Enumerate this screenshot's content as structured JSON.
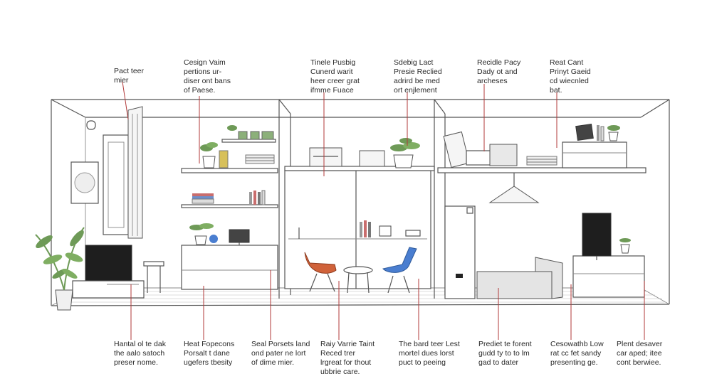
{
  "colors": {
    "leader": "#b23a3a",
    "plant": "#6e9a57",
    "chair_orange": "#d0623a",
    "chair_blue": "#4a7ed0",
    "tv": "#1e1e1e"
  },
  "annotations_top": [
    {
      "lines": [
        "Pact teer",
        "mier"
      ]
    },
    {
      "lines": [
        "Cesign Vaim",
        "pertions ur-",
        "diser ont bans",
        "of Paese."
      ]
    },
    {
      "lines": [
        "Tinele Pusbig",
        "Cunerd warit",
        "heer creer grat",
        "ifmme Fuace"
      ]
    },
    {
      "lines": [
        "Sdebig Lact",
        "Presie Reclied",
        "adrird be med",
        "ort enjlement"
      ]
    },
    {
      "lines": [
        "Recidle Pacy",
        "Dady ot and",
        "archeses"
      ]
    },
    {
      "lines": [
        "Reat Cant",
        "Prinyt Gaeid",
        "cd wiecnled",
        "bat."
      ]
    }
  ],
  "annotations_bottom": [
    {
      "lines": [
        "Hantal ol te dak",
        "the aalo satoch",
        "preser nome."
      ]
    },
    {
      "lines": [
        "Heat Fopecons",
        "Porsalt t dane",
        "ugefers tbesity"
      ]
    },
    {
      "lines": [
        "Seal Porsets land",
        "ond pater ne lort",
        "of dime mier."
      ]
    },
    {
      "lines": [
        "Raiy Varrie Taint",
        "Reced trer",
        "lrgreat for thout",
        "ubbrie care."
      ]
    },
    {
      "lines": [
        "The bard teer Lest",
        "mortel dues lorst",
        "puct to peeing"
      ]
    },
    {
      "lines": [
        "Prediet te forent",
        "gudd ty to to lm",
        "gad to dater"
      ]
    },
    {
      "lines": [
        "Cesowathb Low",
        "rat cc fet sandy",
        "presenting ge."
      ]
    },
    {
      "lines": [
        "Plent desaver",
        "car aped; itee",
        "cont berwiee."
      ]
    }
  ]
}
